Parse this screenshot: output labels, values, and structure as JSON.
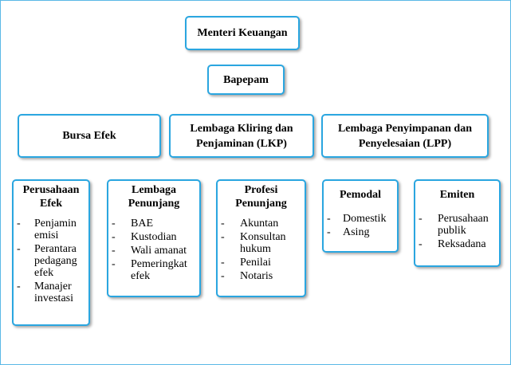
{
  "top": {
    "minister": "Menteri Keuangan",
    "bapepam": "Bapepam"
  },
  "institutions": {
    "bursa": "Bursa Efek",
    "lkp_line1": "Lembaga Kliring dan",
    "lkp_line2": "Penjaminan (LKP)",
    "lpp_line1": "Lembaga Penyimpanan dan",
    "lpp_line2": "Penyelesaian (LPP)"
  },
  "cards": {
    "perusahaan": {
      "title_line1": "Perusahaan",
      "title_line2": "Efek",
      "items": [
        {
          "dash": "-",
          "lines": [
            "Penjamin",
            "emisi"
          ]
        },
        {
          "dash": "-",
          "lines": [
            "Perantara",
            "pedagang",
            "efek"
          ]
        },
        {
          "dash": "-",
          "lines": [
            "Manajer",
            "investasi"
          ]
        }
      ]
    },
    "lembaga": {
      "title_line1": "Lembaga",
      "title_line2": "Penunjang",
      "items": [
        {
          "dash": "-",
          "lines": [
            "BAE"
          ]
        },
        {
          "dash": "-",
          "lines": [
            "Kustodian"
          ]
        },
        {
          "dash": "-",
          "lines": [
            "Wali amanat"
          ]
        },
        {
          "dash": "-",
          "lines": [
            "Pemeringkat",
            "efek"
          ]
        }
      ]
    },
    "profesi": {
      "title_line1": "Profesi",
      "title_line2": "Penunjang",
      "items": [
        {
          "dash": "-",
          "lines": [
            "Akuntan"
          ]
        },
        {
          "dash": "-",
          "lines": [
            "Konsultan",
            "hukum"
          ]
        },
        {
          "dash": "-",
          "lines": [
            "Penilai"
          ]
        },
        {
          "dash": "-",
          "lines": [
            "Notaris"
          ]
        }
      ]
    },
    "pemodal": {
      "title_line1": "Pemodal",
      "items": [
        {
          "dash": "-",
          "lines": [
            "Domestik"
          ]
        },
        {
          "dash": "-",
          "lines": [
            "Asing"
          ]
        }
      ]
    },
    "emiten": {
      "title_line1": "Emiten",
      "items": [
        {
          "dash": "-",
          "lines": [
            "Perusahaan",
            "publik"
          ]
        },
        {
          "dash": "-",
          "lines": [
            "Reksadana"
          ]
        }
      ]
    }
  }
}
